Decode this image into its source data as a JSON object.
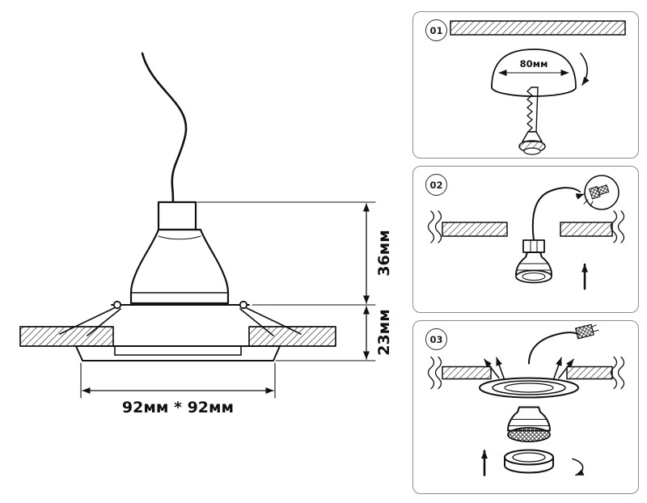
{
  "main_diagram": {
    "dim_height_top": "36мм",
    "dim_height_bottom": "23мм",
    "dim_width": "92мм * 92мм"
  },
  "steps": {
    "step1": {
      "number": "01",
      "hole_dim": "80мм"
    },
    "step2": {
      "number": "02"
    },
    "step3": {
      "number": "03"
    }
  },
  "colors": {
    "line": "#111111",
    "panel_border": "#8c8c8c",
    "background": "#ffffff"
  }
}
